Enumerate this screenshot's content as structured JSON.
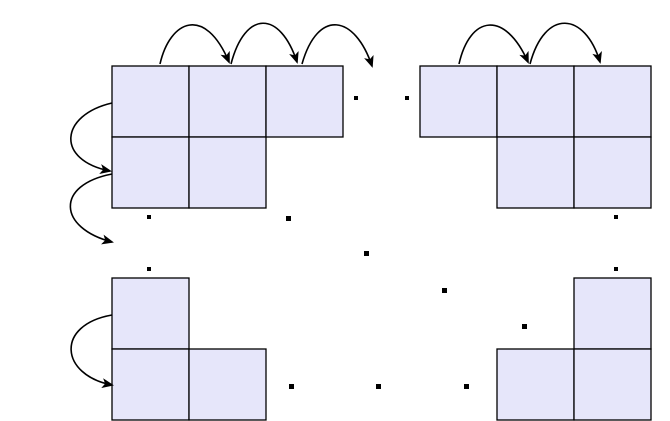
{
  "colors": {
    "cell_fill": "#e6e6fa",
    "cell_stroke": "#000000",
    "arrow": "#000000",
    "dot": "#000000"
  },
  "figure": {
    "description_kind": "polyomino-grid-sequence",
    "groups": [
      {
        "name": "top-left-shape",
        "cells": 5
      },
      {
        "name": "top-right-shape",
        "cells": 5
      },
      {
        "name": "bottom-left-shape",
        "cells": 3
      },
      {
        "name": "bottom-right-shape",
        "cells": 3
      }
    ],
    "arrow_count": 8
  }
}
